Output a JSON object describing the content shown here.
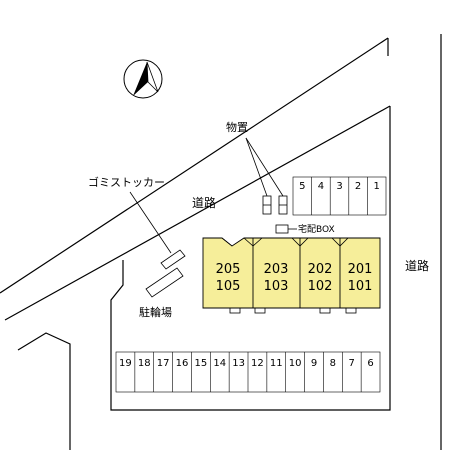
{
  "labels": {
    "storage": "物置",
    "garbage": "ゴミストッカー",
    "road_upper": "道路",
    "road_right": "道路",
    "delivery_box": "宅配BOX",
    "bicycle": "駐輪場",
    "north_icon": "north-arrow-icon"
  },
  "units": [
    {
      "top": "205",
      "bottom": "105"
    },
    {
      "top": "203",
      "bottom": "103"
    },
    {
      "top": "202",
      "bottom": "102"
    },
    {
      "top": "201",
      "bottom": "101"
    }
  ],
  "top_parking": [
    "5",
    "4",
    "3",
    "2",
    "1"
  ],
  "bottom_parking": [
    "19",
    "18",
    "17",
    "16",
    "15",
    "14",
    "13",
    "12",
    "11",
    "10",
    "9",
    "8",
    "7",
    "6"
  ],
  "colors": {
    "building_fill": "#f6ee9a",
    "line": "#000000",
    "background": "#ffffff"
  }
}
